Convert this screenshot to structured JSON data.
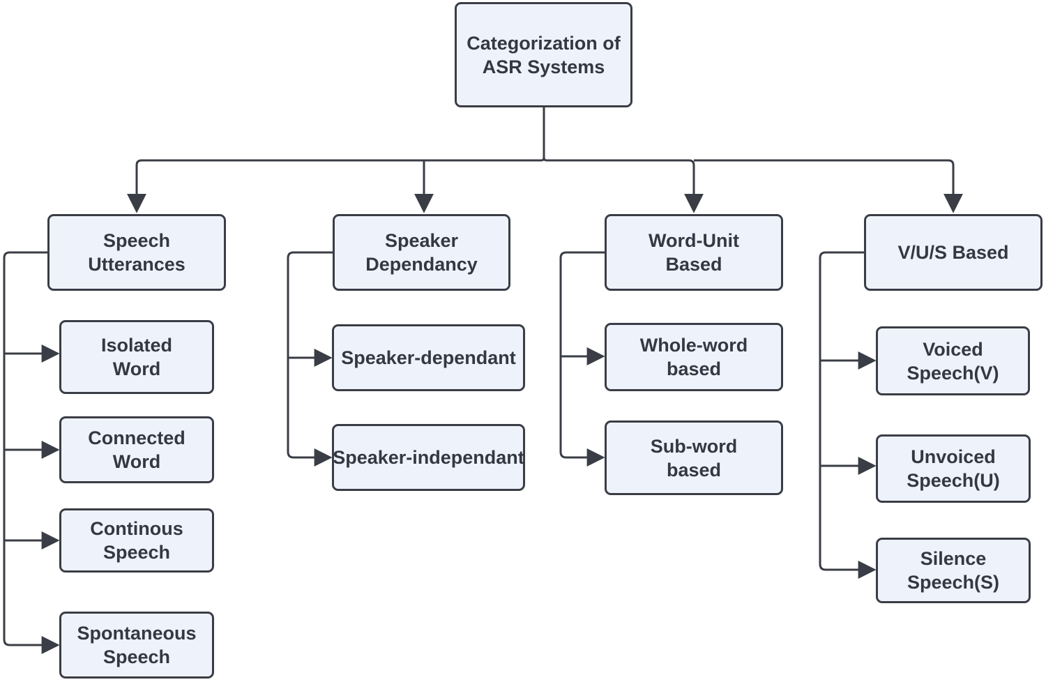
{
  "diagram": {
    "root": "Categorization of\nASR Systems",
    "categories": [
      {
        "label": "Speech\nUtterances",
        "children": [
          "Isolated\nWord",
          "Connected\nWord",
          "Continous\nSpeech",
          "Spontaneous\nSpeech"
        ]
      },
      {
        "label": "Speaker\nDependancy",
        "children": [
          "Speaker-dependant",
          "Speaker-independant"
        ]
      },
      {
        "label": "Word-Unit\nBased",
        "children": [
          "Whole-word\nbased",
          "Sub-word\nbased"
        ]
      },
      {
        "label": "V/U/S Based",
        "children": [
          "Voiced\nSpeech(V)",
          "Unvoiced\nSpeech(U)",
          "Silence\nSpeech(S)"
        ]
      }
    ],
    "colors": {
      "box_fill": "#eef3fb",
      "stroke": "#3a3d45",
      "text": "#343843"
    }
  }
}
